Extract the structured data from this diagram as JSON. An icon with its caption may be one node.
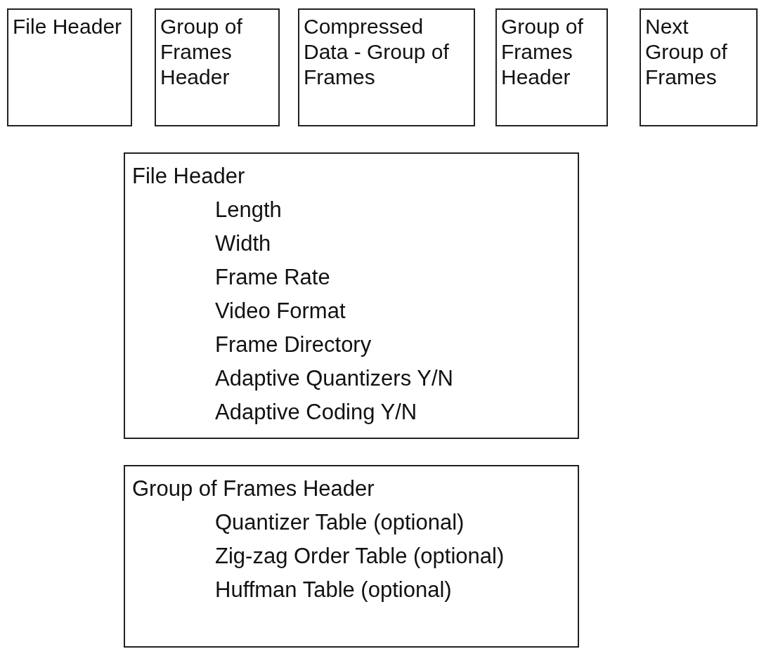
{
  "diagram": {
    "nodes": [
      {
        "text": [
          "File Header"
        ]
      },
      {
        "text": [
          "Group of Frames Header"
        ]
      },
      {
        "text": [
          "Compressed Data - Group of Frames"
        ]
      },
      {
        "text": [
          "Group of Frames Header"
        ]
      },
      {
        "text": [
          "Next Group of Frames"
        ]
      },
      {
        "text": [
          "File Header",
          "Length",
          "Width",
          "Frame Rate",
          "Video Format",
          "Frame Directory",
          "Adaptive Quantizers Y/N",
          "Adaptive Coding Y/N"
        ]
      },
      {
        "text": [
          "Group of Frames Header",
          "Quantizer Table (optional)",
          "Zig-zag Order Table (optional)",
          "Huffman Table (optional)"
        ]
      }
    ]
  }
}
